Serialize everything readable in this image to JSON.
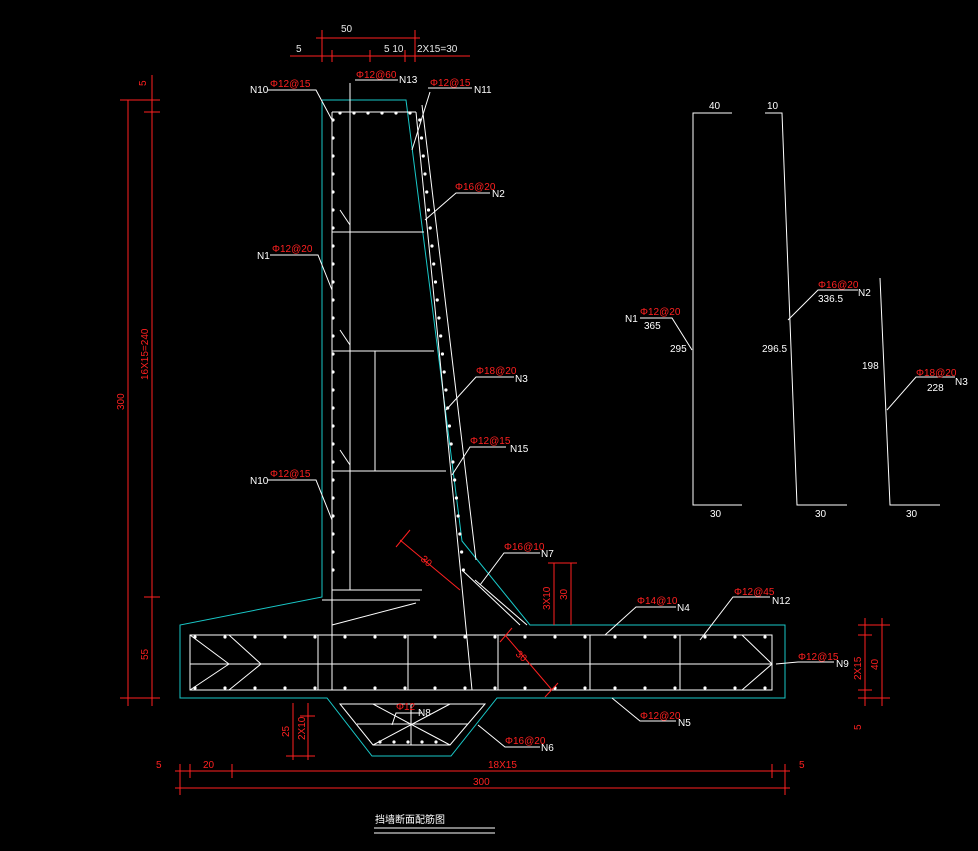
{
  "colors": {
    "background": "#000000",
    "lines": "#ffffff",
    "outline": "#19c8c8",
    "dimension": "#ff2020"
  },
  "title": "挡墙断面配筋图",
  "top_dims": {
    "total": "50",
    "left": "5",
    "mid": "5 10",
    "right": "2X15=30"
  },
  "left_dims": {
    "top": "5",
    "stem": "16X15=240",
    "total": "300",
    "base": "55"
  },
  "bottom_dims": {
    "a": "5",
    "b": "20",
    "c": "18X15",
    "d": "5",
    "total": "300"
  },
  "heel_dims": {
    "a": "25",
    "b": "2X10"
  },
  "right_dims": {
    "a": "2X15",
    "b": "40",
    "c": "5"
  },
  "mid_dims": {
    "a": "3X10",
    "b": "30",
    "diag1": "30",
    "diag2": "30"
  },
  "labels": {
    "n10_top": {
      "id": "N10",
      "bar": "12@15"
    },
    "n13": {
      "id": "N13",
      "bar": "12@60"
    },
    "n11": {
      "id": "N11",
      "bar": "12@15"
    },
    "n2": {
      "id": "N2",
      "bar": "16@20"
    },
    "n1": {
      "id": "N1",
      "bar": "12@20"
    },
    "n3": {
      "id": "N3",
      "bar": "18@20"
    },
    "n15": {
      "id": "N15",
      "bar": "12@15"
    },
    "n10_low": {
      "id": "N10",
      "bar": "12@15"
    },
    "n7": {
      "id": "N7",
      "bar": "16@10"
    },
    "n4": {
      "id": "N4",
      "bar": "14@10"
    },
    "n12": {
      "id": "N12",
      "bar": "12@45"
    },
    "n9": {
      "id": "N9",
      "bar": "12@15"
    },
    "n5": {
      "id": "N5",
      "bar": "12@20"
    },
    "n8": {
      "id": "N8",
      "bar": "12"
    },
    "n6": {
      "id": "N6",
      "bar": "16@20"
    }
  },
  "detail": {
    "n1": {
      "id": "N1",
      "bar": "12@20",
      "len": "365",
      "top": "40",
      "side": "295",
      "bottom": "30"
    },
    "n2": {
      "id": "N2",
      "bar": "16@20",
      "len": "336.5",
      "top": "10",
      "side": "296.5",
      "bottom": "30"
    },
    "n3": {
      "id": "N3",
      "bar": "18@20",
      "len": "228",
      "side": "198",
      "bottom": "30"
    }
  },
  "symbol": "Φ"
}
